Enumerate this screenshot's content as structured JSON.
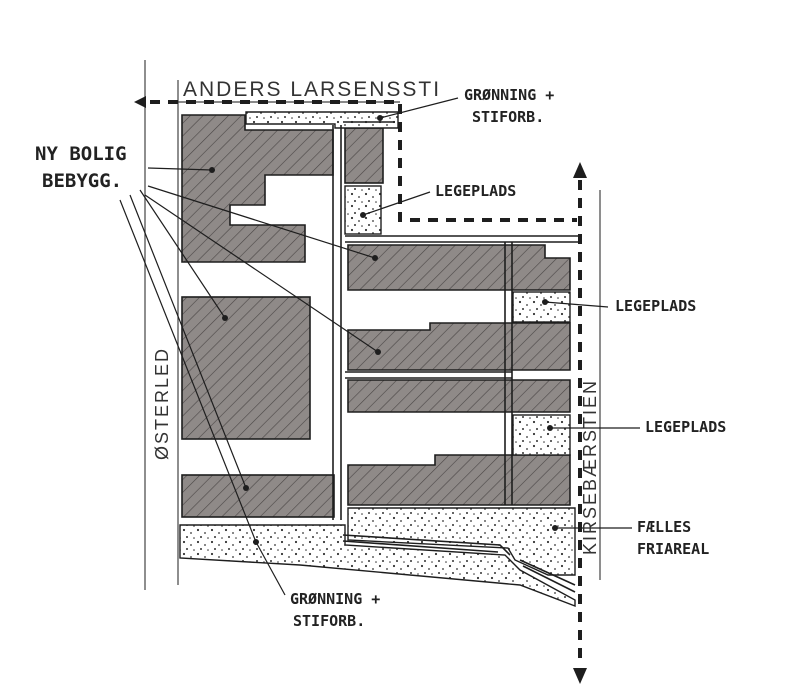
{
  "streets": {
    "north": "ANDERS LARSENSSTI",
    "west": "ØSTERLED",
    "east": "KIRSEBÆRSTIEN"
  },
  "labels": {
    "new_housing_line1": "NY BOLIG",
    "new_housing_line2": "BEBYGG.",
    "green_top_line1": "GRØNNING +",
    "green_top_line2": "STIFORB.",
    "playground_1": "LEGEPLADS",
    "playground_2": "LEGEPLADS",
    "playground_3": "LEGEPLADS",
    "common_line1": "FÆLLES",
    "common_line2": "FRIAREAL",
    "green_bottom_line1": "GRØNNING +",
    "green_bottom_line2": "STIFORB."
  },
  "colors": {
    "building_fill": "#8f8a88",
    "ink": "#1e1e1e",
    "stipple": "#333333",
    "paper": "#ffffff"
  }
}
